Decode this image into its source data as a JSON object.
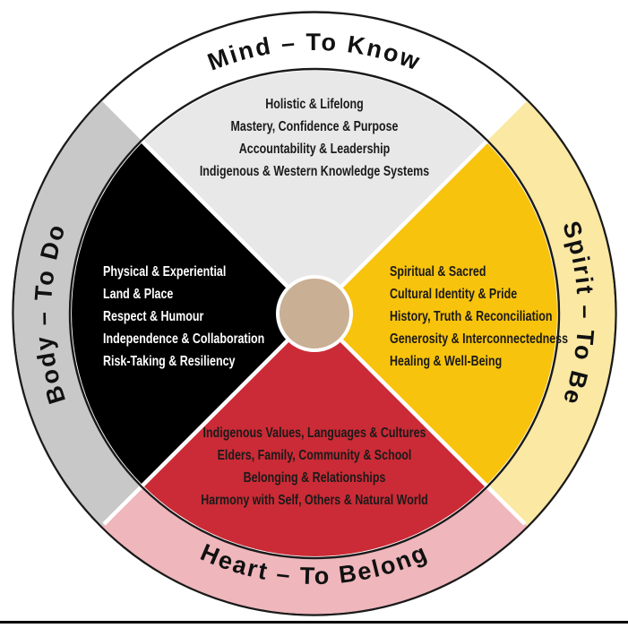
{
  "wheel": {
    "center_color": "#C9AF94",
    "stroke_color": "#1A1A1A",
    "quadrants": {
      "mind": {
        "arc_label": "Mind – To Know",
        "position": "top",
        "inner_color": "#E8E8E8",
        "ring_color": "#FFFFFF",
        "items": [
          "Holistic & Lifelong",
          "Mastery, Confidence & Purpose",
          "Accountability & Leadership",
          "Indigenous & Western Knowledge Systems"
        ]
      },
      "spirit": {
        "arc_label": "Spirit – To Be",
        "position": "right",
        "inner_color": "#F8C30C",
        "ring_color": "#FAE8A3",
        "items": [
          "Spiritual & Sacred",
          "Cultural Identity & Pride",
          "History, Truth & Reconciliation",
          "Generosity & Interconnectedness",
          "Healing & Well-Being"
        ]
      },
      "heart": {
        "arc_label": "Heart – To Belong",
        "position": "bottom",
        "inner_color": "#CB2B36",
        "ring_color": "#EFB6BC",
        "items": [
          "Indigenous Values, Languages & Cultures",
          "Elders, Family, Community & School",
          "Belonging & Relationships",
          "Harmony with Self, Others & Natural World"
        ]
      },
      "body": {
        "arc_label": "Body – To Do",
        "position": "left",
        "inner_color": "#000000",
        "ring_color": "#C8C8C8",
        "items": [
          "Physical & Experiential",
          "Land & Place",
          "Respect & Humour",
          "Independence & Collaboration",
          "Risk-Taking & Resiliency"
        ]
      }
    }
  }
}
